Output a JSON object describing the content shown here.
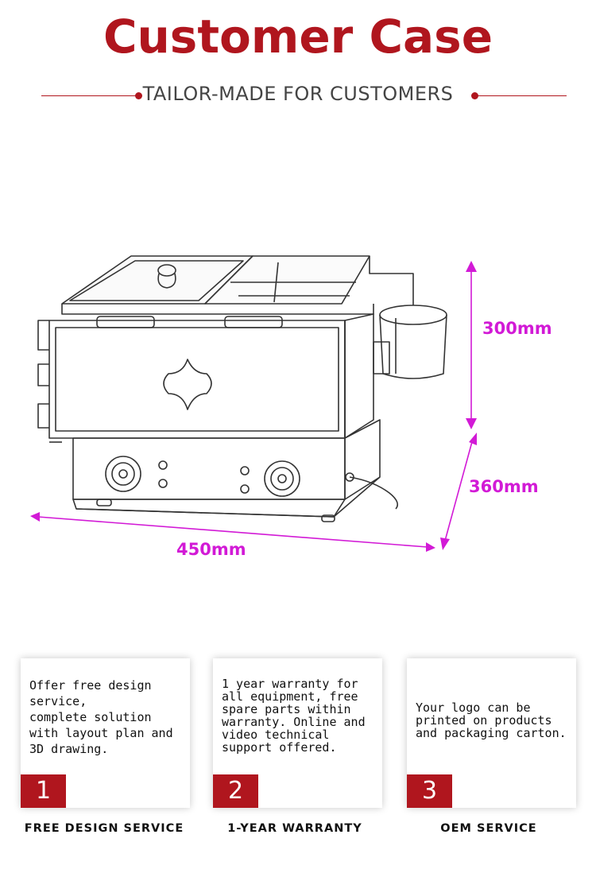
{
  "header": {
    "title": "Customer Case",
    "subtitle": "TAILOR-MADE FOR CUSTOMERS"
  },
  "product": {
    "image_icon": "oden-cooker-sketch",
    "dimensions": {
      "height": "300mm",
      "depth": "360mm",
      "width": "450mm"
    }
  },
  "colors": {
    "brand_red": "#b0161e",
    "dimension_magenta": "#d21ad6"
  },
  "services": [
    {
      "number": "1",
      "text": "Offer free design service,\ncomplete solution with layout plan and 3D drawing.",
      "label": "FREE DESIGN SERVICE"
    },
    {
      "number": "2",
      "text": "1 year warranty for all equipment, free spare parts within warranty. Online and video technical support offered.",
      "label": "1-YEAR WARRANTY"
    },
    {
      "number": "3",
      "text": "Your logo can be printed on products and packaging carton.",
      "label": "OEM SERVICE"
    }
  ]
}
